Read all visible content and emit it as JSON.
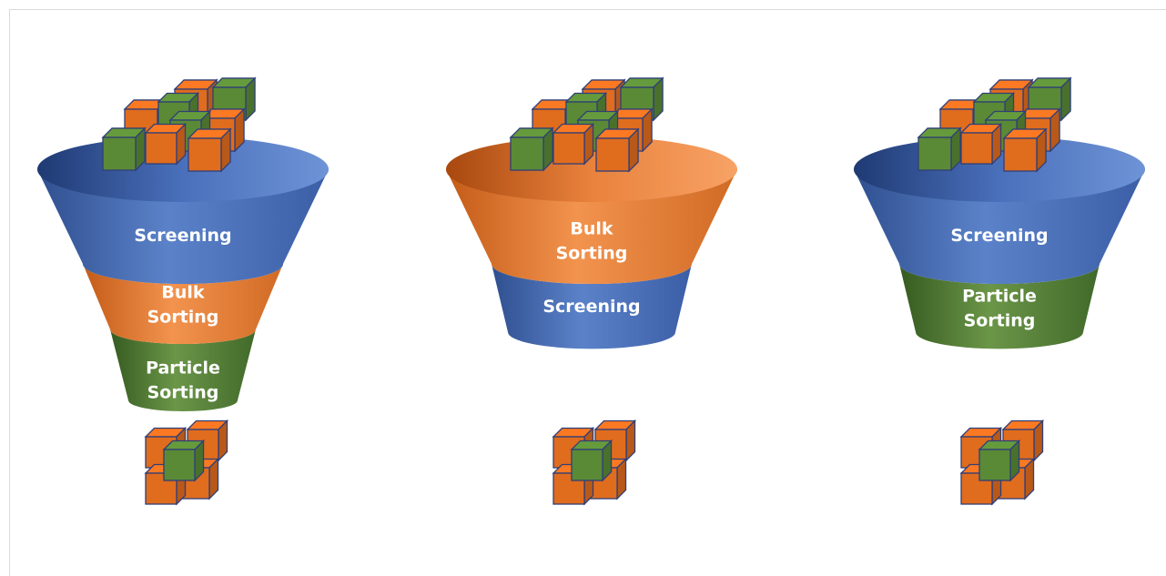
{
  "colors": {
    "blue": "#4a6fb8",
    "orange": "#e2782f",
    "green": "#4f7a33",
    "cube_orange": "#e06c1e",
    "cube_green": "#5a8a36",
    "cube_edge": "#2f3f78",
    "frame_border": "#d9d9d9"
  },
  "funnels": [
    {
      "id": "funnel-1",
      "segments": [
        {
          "label_lines": [
            "Screening"
          ],
          "color": "blue"
        },
        {
          "label_lines": [
            "Bulk",
            "Sorting"
          ],
          "color": "orange"
        },
        {
          "label_lines": [
            "Particle",
            "Sorting"
          ],
          "color": "green"
        }
      ]
    },
    {
      "id": "funnel-2",
      "segments": [
        {
          "label_lines": [
            "Bulk",
            "Sorting"
          ],
          "color": "orange"
        },
        {
          "label_lines": [
            "Screening"
          ],
          "color": "blue"
        }
      ]
    },
    {
      "id": "funnel-3",
      "segments": [
        {
          "label_lines": [
            "Screening"
          ],
          "color": "blue"
        },
        {
          "label_lines": [
            "Particle",
            "Sorting"
          ],
          "color": "green"
        }
      ]
    }
  ],
  "input_cubes_icon": "mixed-cubes-icon",
  "output_cubes_icon": "sorted-cubes-icon"
}
